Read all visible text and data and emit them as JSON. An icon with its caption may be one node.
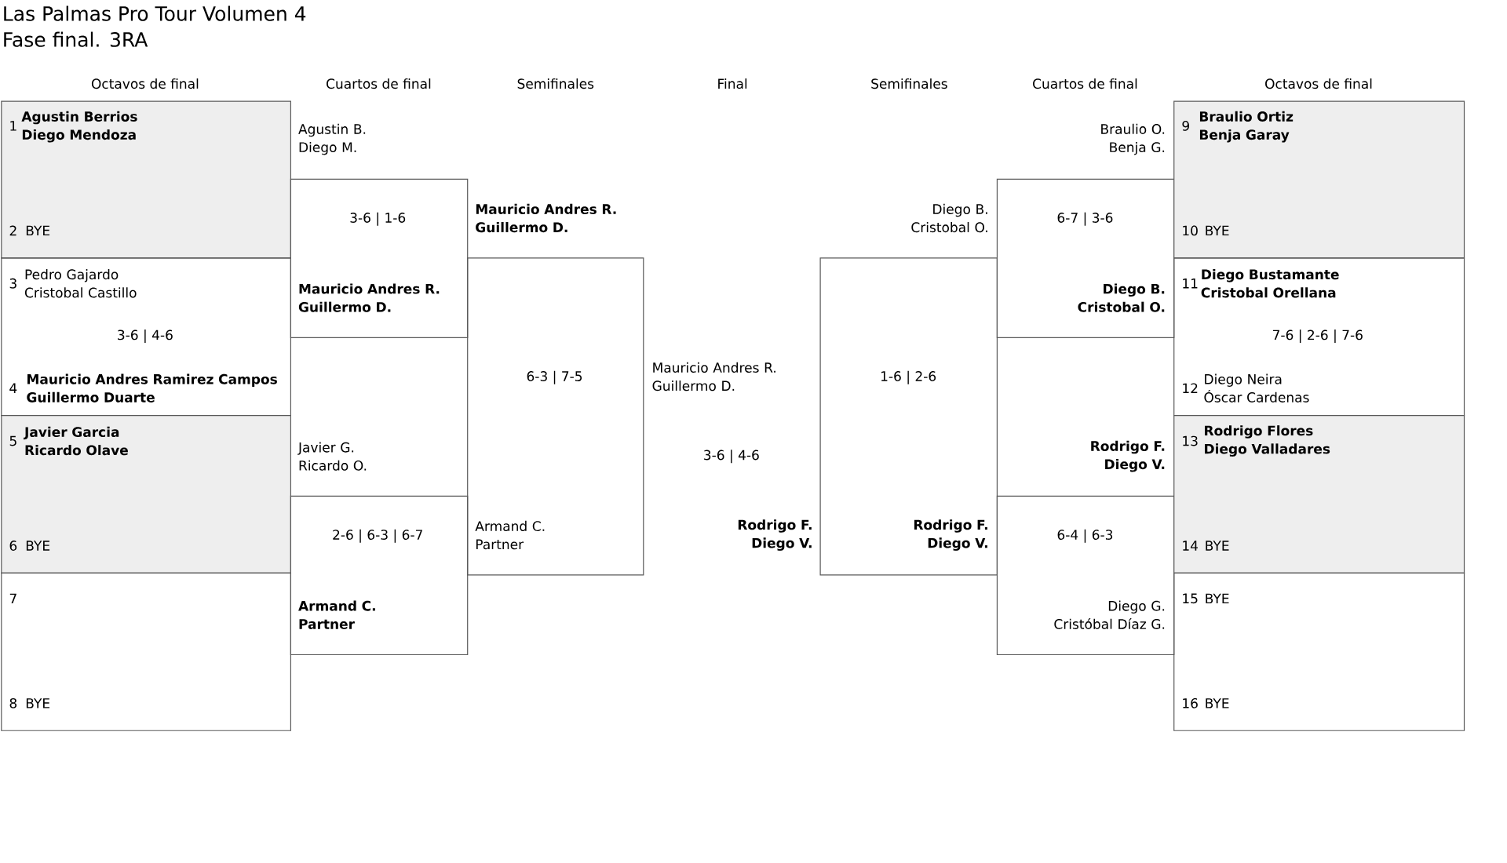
{
  "diagram": {
    "title": "Las Palmas Pro Tour Volumen 4",
    "nodes": [
      {
        "text": [
          "1",
          "Agustin Berrios Diego Mendoza",
          "2",
          "BYE"
        ]
      },
      {
        "text": [
          "3",
          "Pedro Gajardo Cristobal Castillo",
          "3-6 | 4-6",
          "4",
          "Mauricio Andres Ramirez Campos Guillermo Duarte"
        ]
      },
      {
        "text": [
          "5",
          "Javier Garcia Ricardo Olave",
          "6",
          "BYE"
        ]
      },
      {
        "text": [
          "7",
          "8",
          "BYE"
        ]
      },
      {
        "text": [
          "Agustin B. Diego M.",
          "3-6 | 1-6",
          "Mauricio Andres R. Guillermo D."
        ]
      },
      {
        "text": [
          "Javier G. Ricardo O.",
          "2-6 | 6-3 | 6-7",
          "Armand C. Partner"
        ]
      },
      {
        "text": [
          "Mauricio Andres R. Guillermo D.",
          "6-3 | 7-5",
          "Armand C. Partner"
        ]
      },
      {
        "text": [
          "Diego B. Cristobal O.",
          "1-6 | 2-6",
          "Rodrigo F. Diego V."
        ]
      },
      {
        "text": [
          "Braulio O. Benja G.",
          "6-7 | 3-6",
          "Diego B. Cristobal O."
        ]
      },
      {
        "text": [
          "Rodrigo F. Diego V.",
          "6-4 | 6-3",
          "Diego G. Cristóbal Díaz G."
        ]
      },
      {
        "text": [
          "9",
          "Braulio Ortiz Benja Garay",
          "10",
          "BYE"
        ]
      },
      {
        "text": [
          "11",
          "Diego Bustamante Cristobal Orellana",
          "7-6 | 2-6 | 7-6",
          "12",
          "Diego Neira Óscar Cardenas"
        ]
      },
      {
        "text": [
          "13",
          "Rodrigo Flores Diego Valladares",
          "14",
          "BYE"
        ]
      },
      {
        "text": [
          "15",
          "BYE",
          "16",
          "BYE"
        ]
      }
    ],
    "labels": [
      "Fase final. 3RA",
      "Octavos de final",
      "Cuartos de final",
      "Semifinales",
      "Final",
      "Semifinales",
      "Cuartos de final",
      "Octavos de final",
      "Mauricio Andres R. Guillermo D.",
      "3-6 | 4-6",
      "Rodrigo F. Diego V."
    ]
  }
}
